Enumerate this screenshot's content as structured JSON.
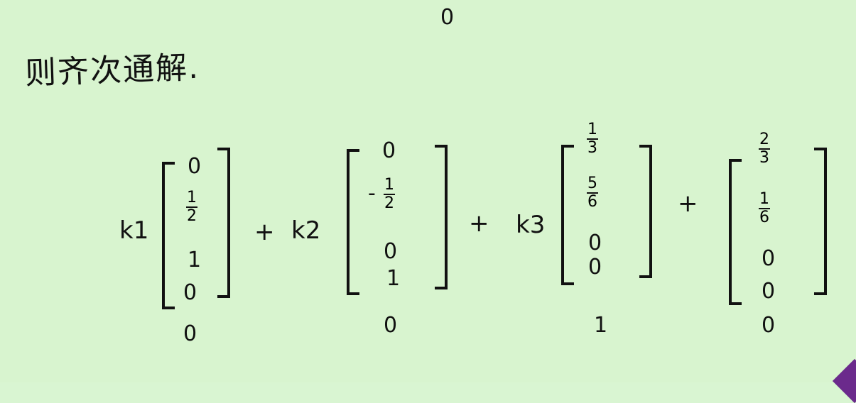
{
  "top": {
    "mark": "0"
  },
  "heading": {
    "text": "则齐次通解."
  },
  "vector1": {
    "coef": "k1",
    "entries": [
      "0",
      "1/2",
      "1",
      "0",
      "0"
    ]
  },
  "plus1": "+",
  "vector2": {
    "coef": "k2",
    "entries": [
      "0",
      "-1/2",
      "0",
      "1",
      "0"
    ]
  },
  "plus2": "+",
  "vector3": {
    "coef": "k3",
    "entries": [
      "1/3",
      "5/6",
      "0",
      "0",
      "1"
    ]
  },
  "plus3": "+",
  "vector4": {
    "entries": [
      "2/3",
      "1/6",
      "0",
      "0",
      "0"
    ]
  }
}
